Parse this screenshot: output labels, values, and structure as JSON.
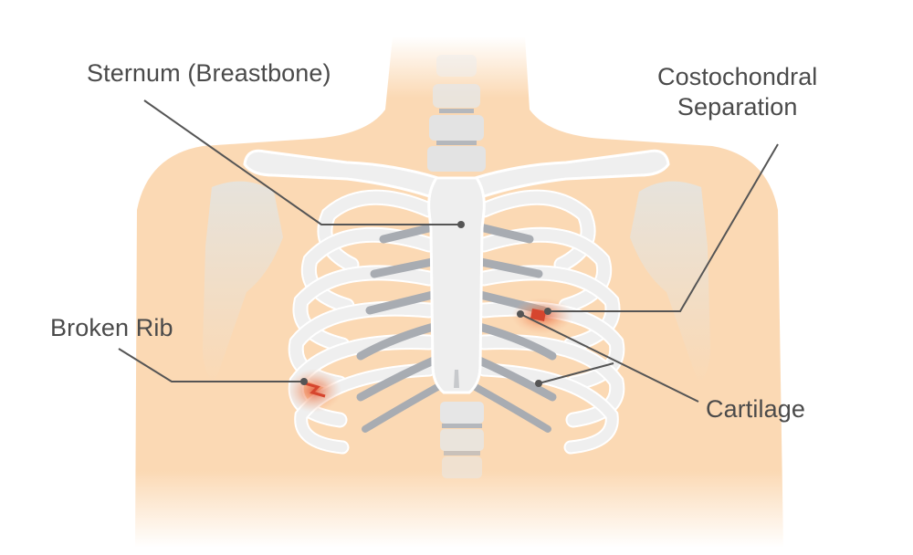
{
  "labels": {
    "sternum": "Sternum (Breastbone)",
    "costochondral_line1": "Costochondral",
    "costochondral_line2": "Separation",
    "broken_rib": "Broken Rib",
    "cartilage": "Cartilage"
  },
  "colors": {
    "skin": "#fbd9b4",
    "bone": "#efefef",
    "bone_outline": "#ffffff",
    "cartilage": "#a8acb2",
    "leader_line": "#555555",
    "injury": "#e2553a",
    "text": "#4a4a4a"
  }
}
